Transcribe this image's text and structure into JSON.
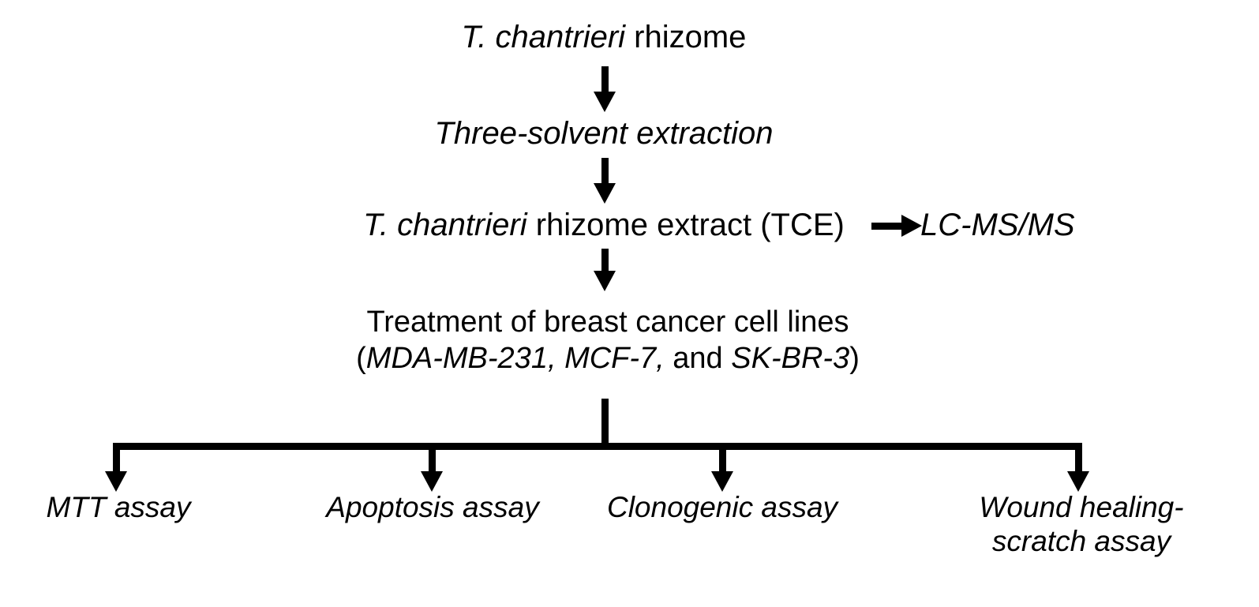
{
  "diagram": {
    "title": "Experimental workflow flowchart",
    "ink_color": "#000000",
    "background_color": "#ffffff",
    "nodes": {
      "source_material": {
        "italic_part": "T. chantrieri",
        "roman_part": " rhizome"
      },
      "process": {
        "label": "Three-solvent extraction"
      },
      "extract": {
        "italic_part": "T. chantrieri",
        "roman_part": " rhizome extract (TCE)"
      },
      "analysis": {
        "label": "LC-MS/MS"
      },
      "treatment": {
        "line1": "Treatment of breast cancer cell lines",
        "open_paren": "(",
        "cell_line_1": "MDA-MB-231,",
        "cell_line_2": " MCF-7,",
        "conjunction": " and ",
        "cell_line_3": "SK-BR-3",
        "close_paren": ")"
      }
    },
    "assays": [
      {
        "label": "MTT assay"
      },
      {
        "label": "Apoptosis assay"
      },
      {
        "label": "Clonogenic assay"
      },
      {
        "line1": "Wound healing-",
        "line2": "scratch assay"
      }
    ],
    "connectors": {
      "arrow_down_1": "arrow-down",
      "arrow_down_2": "arrow-down",
      "arrow_down_3": "arrow-down",
      "arrow_right_to_analysis": "arrow-right",
      "branch_arrow_1": "arrow-down",
      "branch_arrow_2": "arrow-down",
      "branch_arrow_3": "arrow-down",
      "branch_arrow_4": "arrow-down"
    }
  }
}
